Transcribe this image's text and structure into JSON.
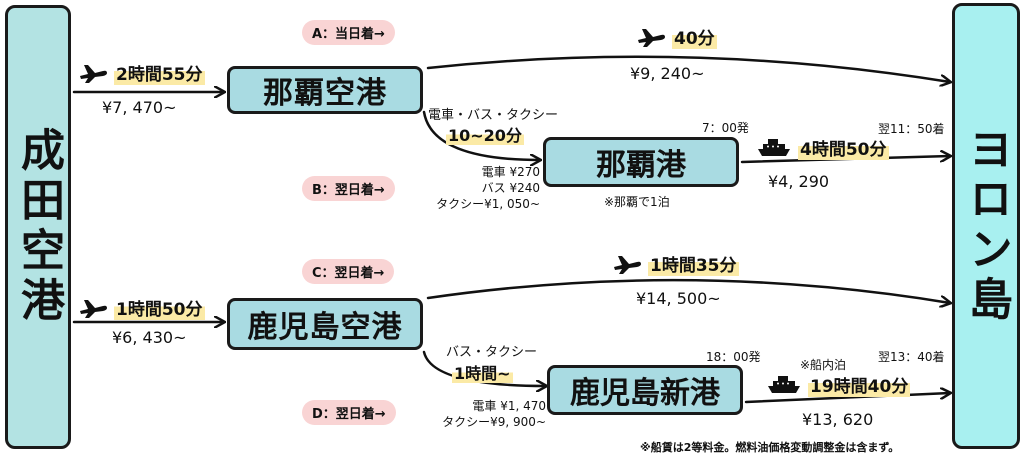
{
  "origin": "成田空港",
  "destination": "ヨロン島",
  "routes": {
    "A": {
      "label": "A：当日着→",
      "flight_time": "40分",
      "price": "¥9, 240~"
    },
    "B": {
      "label": "B：翌日着→"
    },
    "C": {
      "label": "C：翌日着→",
      "flight_time": "1時間35分",
      "price": "¥14, 500~"
    },
    "D": {
      "label": "D：翌日着→"
    }
  },
  "naha": {
    "airport": "那覇空港",
    "inbound_time": "2時間55分",
    "inbound_price": "¥7, 470~",
    "transfer_modes": "電車・バス・タクシー",
    "transfer_time": "10~20分",
    "fares": [
      "電車 ¥270",
      "バス ¥240",
      "タクシー¥1, 050~"
    ],
    "port": "那覇港",
    "depart": "7：00発",
    "stay_note": "※那覇で1泊",
    "ferry_time": "4時間50分",
    "ferry_price": "¥4, 290",
    "arrive": "翌11：50着"
  },
  "kagoshima": {
    "airport": "鹿児島空港",
    "inbound_time": "1時間50分",
    "inbound_price": "¥6, 430~",
    "transfer_modes": "バス・タクシー",
    "transfer_time": "1時間~",
    "fares": [
      "電車 ¥1, 470",
      "タクシー¥9, 900~"
    ],
    "port": "鹿児島新港",
    "depart": "18：00発",
    "stay_note": "※船内泊",
    "ferry_time": "19時間40分",
    "ferry_price": "¥13, 620",
    "arrive": "翌13：40着"
  },
  "footnote": "※船賃は2等料金。燃料油価格変動調整金は含まず。",
  "icons": {
    "plane": "plane-icon",
    "ferry": "ferry-icon"
  },
  "colors": {
    "terminal": "#b3e3e3",
    "hub": "#a9dbe2",
    "label_bg": "#f9d4d4",
    "highlight": "#fbeaa6"
  }
}
